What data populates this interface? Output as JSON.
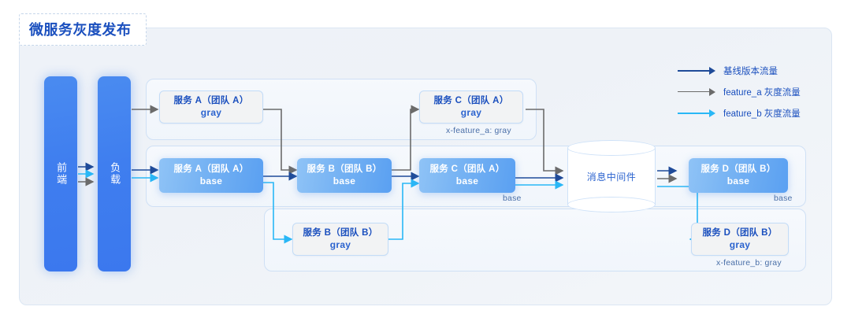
{
  "title": "微服务灰度发布",
  "colors": {
    "baseline": "#1f4b99",
    "feature_a": "#6b6b6b",
    "feature_b": "#29b7f6",
    "title": "#1a4fbe",
    "panel_bg": "#eef2f8",
    "pillar": "#3f7eef"
  },
  "entry": {
    "frontend": "前端",
    "load_balancer": "负载"
  },
  "legend": [
    {
      "label": "基线版本流量",
      "color": "#1f4b99",
      "name": "baseline"
    },
    {
      "label": "feature_a 灰度流量",
      "color": "#6b6b6b",
      "name": "feature-a"
    },
    {
      "label": "feature_b 灰度流量",
      "color": "#29b7f6",
      "name": "feature-b"
    }
  ],
  "groups": {
    "gray_row": {
      "tag": "x-feature_a: gray"
    },
    "base_row": {
      "tag": "base"
    },
    "base_right": {
      "tag": "base"
    },
    "feature_b_row": {
      "tag": "x-feature_b: gray"
    }
  },
  "nodes": {
    "a_gray": {
      "line1": "服务 A（团队 A）",
      "line2": "gray"
    },
    "c_gray": {
      "line1": "服务 C（团队 A）",
      "line2": "gray"
    },
    "a_base": {
      "line1": "服务 A（团队 A）",
      "line2": "base"
    },
    "b_base": {
      "line1": "服务 B（团队 B）",
      "line2": "base"
    },
    "c_base": {
      "line1": "服务 C（团队 A）",
      "line2": "base"
    },
    "d_base": {
      "line1": "服务 D（团队 B）",
      "line2": "base"
    },
    "b_gray": {
      "line1": "服务 B（团队 B）",
      "line2": "gray"
    },
    "d_gray": {
      "line1": "服务 D（团队 B）",
      "line2": "gray"
    }
  },
  "middleware": {
    "label": "消息中间件"
  }
}
